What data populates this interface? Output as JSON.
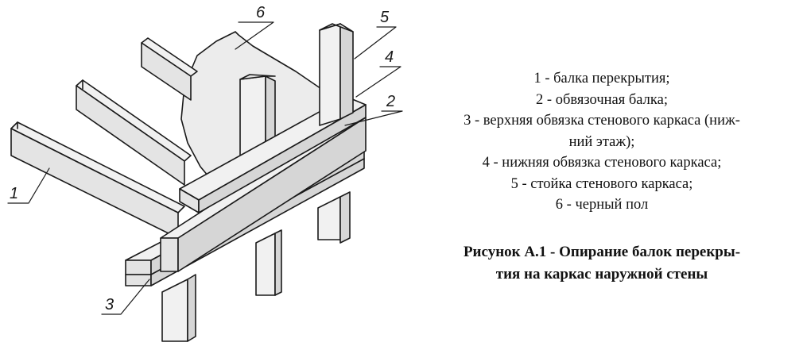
{
  "figure": {
    "callouts": [
      "1",
      "2",
      "3",
      "4",
      "5",
      "6"
    ]
  },
  "legend": {
    "lines": [
      "1 - балка перекрытия;",
      "2 - обвязочная балка;",
      "3 - верхняя обвязка стенового каркаса (ниж-",
      "ний этаж);",
      "4 - нижняя обвязка стенового каркаса;",
      "5 - стойка стенового каркаса;",
      "6 - черный пол"
    ]
  },
  "caption": {
    "lines": [
      "Рисунок А.1 - Опирание балок перекры-",
      "тия на каркас наружной стены"
    ]
  }
}
